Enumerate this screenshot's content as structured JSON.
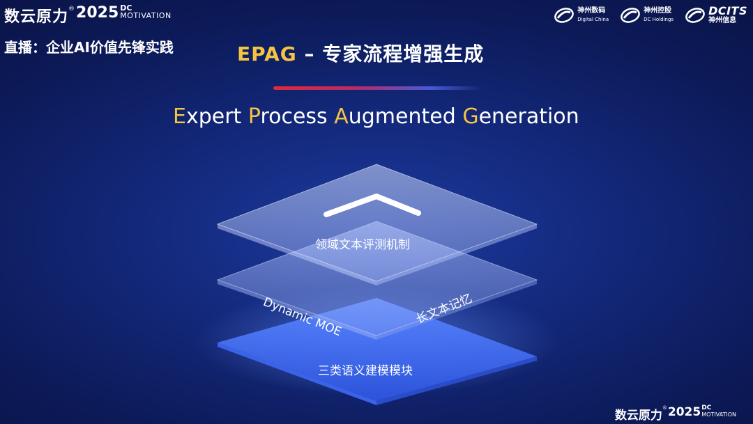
{
  "event_logo": {
    "name": "数云原力",
    "reg": "®",
    "year": "2025",
    "dc": "DC",
    "motivation": "MOTIVATION"
  },
  "live_title": "直播：企业AI价值先锋实践",
  "main_title": {
    "acronym": "EPAG",
    "rest": " – 专家流程增强生成"
  },
  "subtitle": [
    {
      "cap": "E",
      "rest": "xpert "
    },
    {
      "cap": "P",
      "rest": "rocess "
    },
    {
      "cap": "A",
      "rest": "ugmented "
    },
    {
      "cap": "G",
      "rest": "eneration"
    }
  ],
  "brands": [
    {
      "cn": "神州数码",
      "en": "Digital China"
    },
    {
      "cn": "神州控股",
      "en": "DC Holdings"
    },
    {
      "name": "DCITS",
      "cn": "神州信息"
    }
  ],
  "layers": {
    "top": "领域文本评测机制",
    "middle_left": "Dynamic  MOE",
    "middle_right": "长文本记忆",
    "bottom": "三类语义建模模块"
  },
  "colors": {
    "accent": "#f4c542",
    "background": "#13287a",
    "layer_bottom": "#3f6cf0"
  }
}
